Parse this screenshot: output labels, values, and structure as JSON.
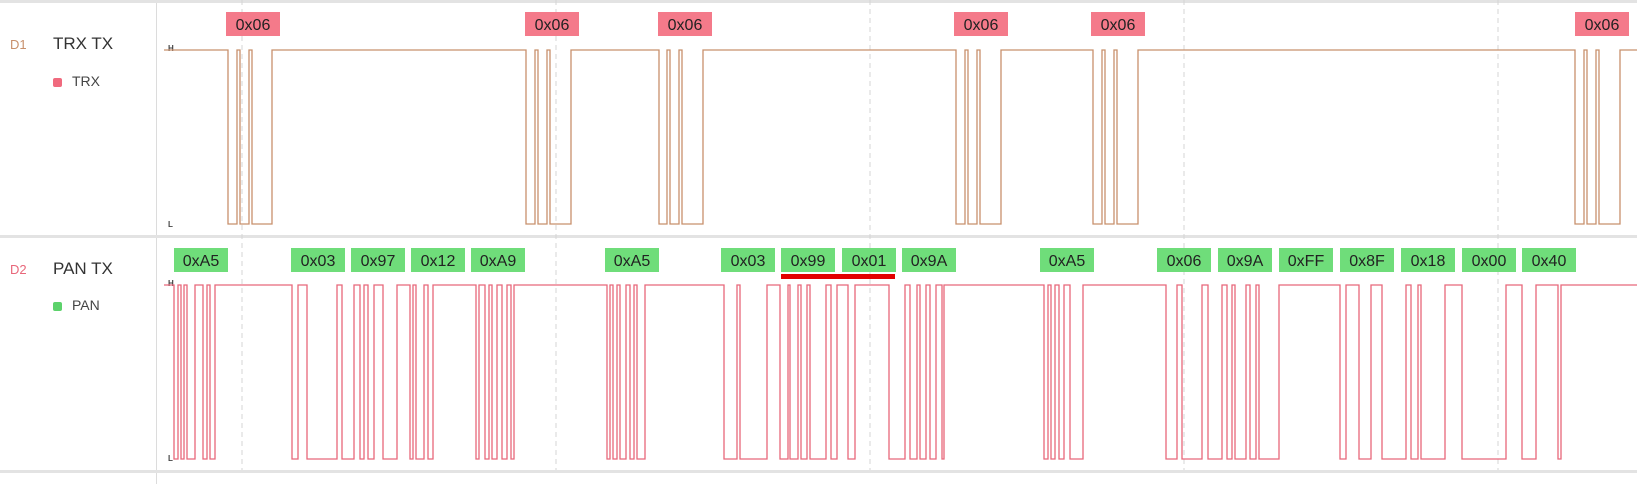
{
  "colors": {
    "d1_wave": "#c8906c",
    "d2_wave": "#e8677a",
    "d1_badge": "#f47a8a",
    "d2_badge": "#6fdd7a",
    "d1_dot": "#f06a7e",
    "d2_dot": "#5cd26b",
    "highlight": "#e30000"
  },
  "channels": [
    {
      "id": "D1",
      "name": "TRX TX",
      "legend": "TRX",
      "high_label": "H",
      "low_label": "L",
      "bytes": [
        "0x06",
        "0x06",
        "0x06",
        "0x06",
        "0x06",
        "0x06"
      ]
    },
    {
      "id": "D2",
      "name": "PAN TX",
      "legend": "PAN",
      "high_label": "H",
      "low_label": "L",
      "bytes": [
        "0xA5",
        "0x03",
        "0x97",
        "0x12",
        "0xA9",
        "0xA5",
        "0x03",
        "0x99",
        "0x01",
        "0x9A",
        "0xA5",
        "0x06",
        "0x9A",
        "0xFF",
        "0x8F",
        "0x18",
        "0x00",
        "0x40"
      ]
    }
  ]
}
